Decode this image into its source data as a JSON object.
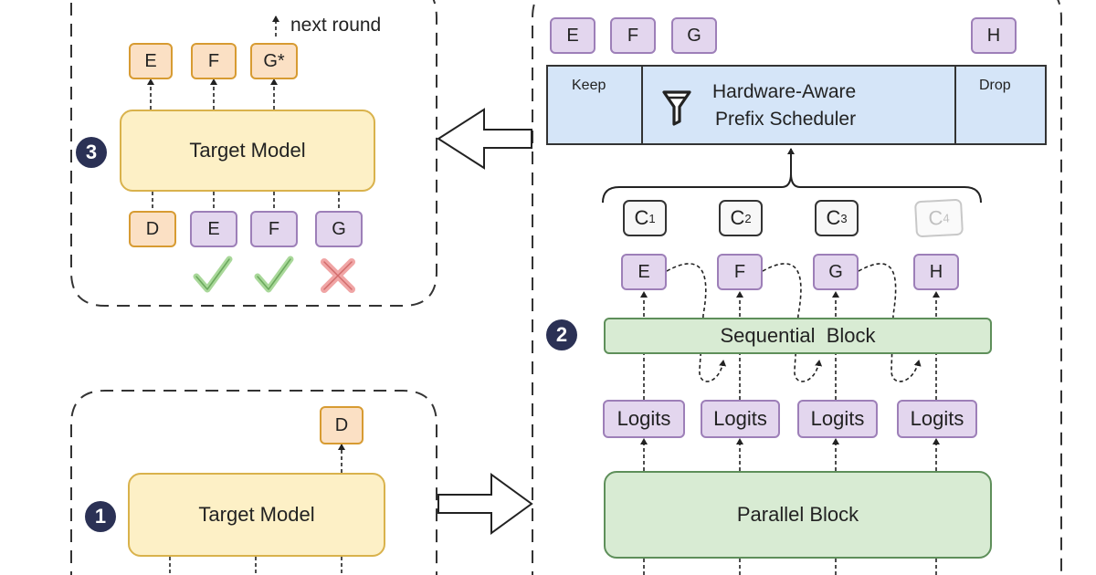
{
  "panel3": {
    "badge": "3",
    "next_round": "next round",
    "outputs": [
      "E",
      "F",
      "G*"
    ],
    "model": "Target Model",
    "inputs": [
      "D",
      "E",
      "F",
      "G"
    ],
    "verdicts": [
      "accept",
      "accept",
      "reject"
    ]
  },
  "panel1": {
    "badge": "1",
    "output": "D",
    "model": "Target Model"
  },
  "panel2": {
    "badge": "2",
    "top_tokens": [
      "E",
      "F",
      "G",
      "H"
    ],
    "scheduler": {
      "keep": "Keep",
      "title_line1": "Hardware-Aware",
      "title_line2": "Prefix Scheduler",
      "drop": "Drop",
      "icon": "filter-icon"
    },
    "candidates": [
      {
        "letter": "C",
        "sub": "1"
      },
      {
        "letter": "C",
        "sub": "2"
      },
      {
        "letter": "C",
        "sub": "3"
      },
      {
        "letter": "C",
        "sub": "4"
      }
    ],
    "tokens": [
      "E",
      "F",
      "G",
      "H"
    ],
    "sequential_block": "Sequential  Block",
    "logits": [
      "Logits",
      "Logits",
      "Logits",
      "Logits"
    ],
    "parallel_block": "Parallel Block"
  },
  "colors": {
    "token_orange": "#fbe0c4",
    "token_purple": "#e3d6ee",
    "model_yellow": "#fdf0c6",
    "block_green": "#d8ebd3",
    "scheduler_blue": "#d5e5f8",
    "badge_navy": "#2b3155",
    "check_green": "#a9d89a",
    "cross_red": "#f0a5a5"
  }
}
